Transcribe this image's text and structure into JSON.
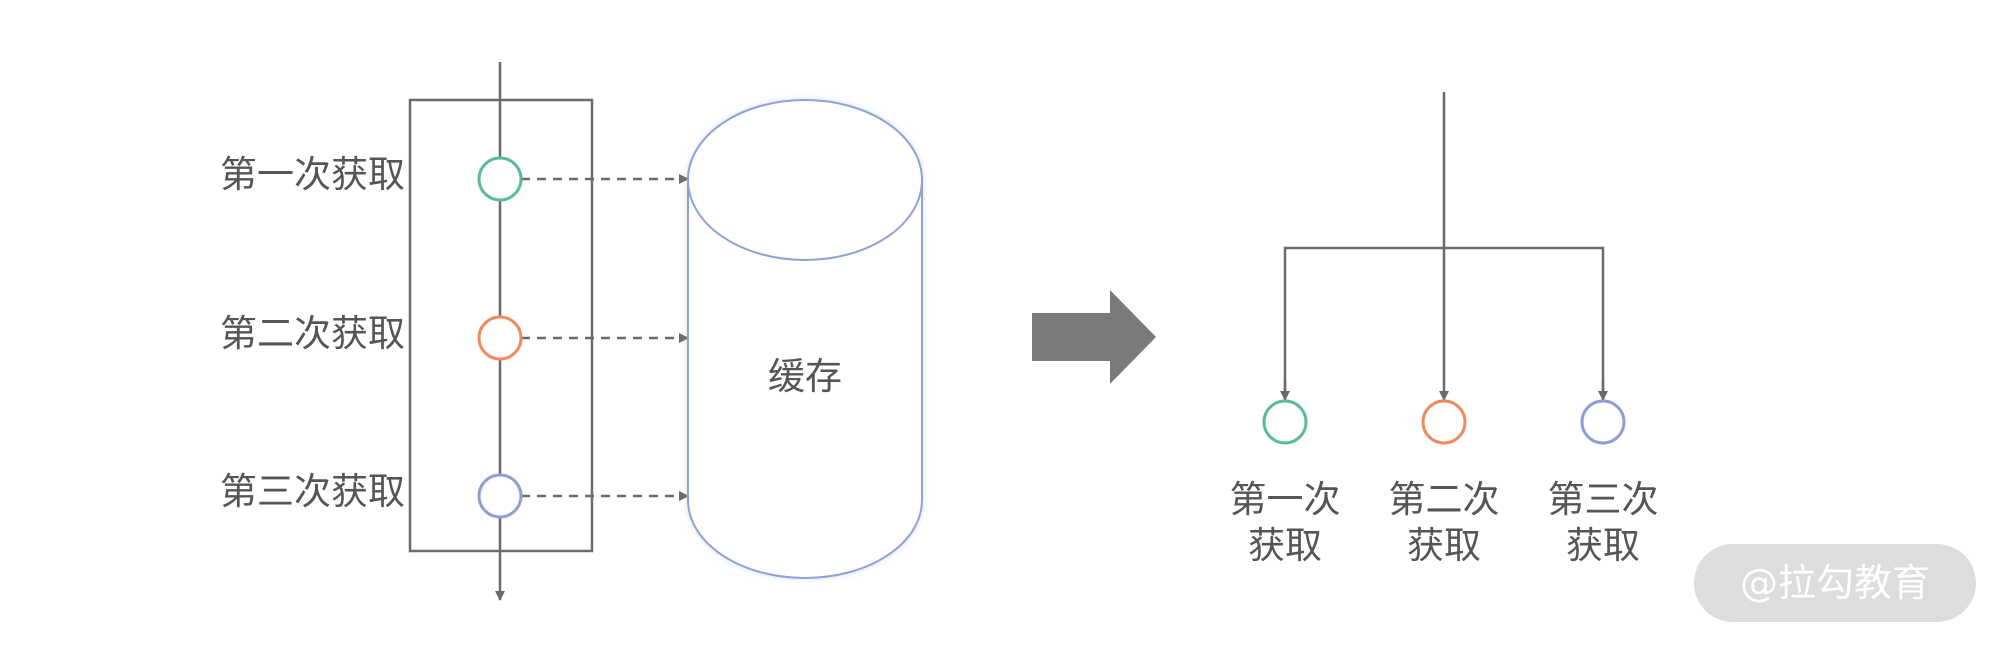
{
  "left": {
    "labels": [
      "第一次获取",
      "第二次获取",
      "第三次获取"
    ]
  },
  "cache": {
    "label": "缓存"
  },
  "right": {
    "labels": [
      [
        "第一次",
        "获取"
      ],
      [
        "第二次",
        "获取"
      ],
      [
        "第三次",
        "获取"
      ]
    ]
  },
  "colors": {
    "line": "#6b6b6b",
    "arrow_fill": "#7a7a7a",
    "cylinder_stroke": "#8ea2d4",
    "node_first": "#5bbb94",
    "node_second": "#f28a5f",
    "node_third": "#8e9fd2",
    "text": "#555555",
    "watermark_bg": "#dddddd"
  },
  "watermark": "@拉勾教育"
}
